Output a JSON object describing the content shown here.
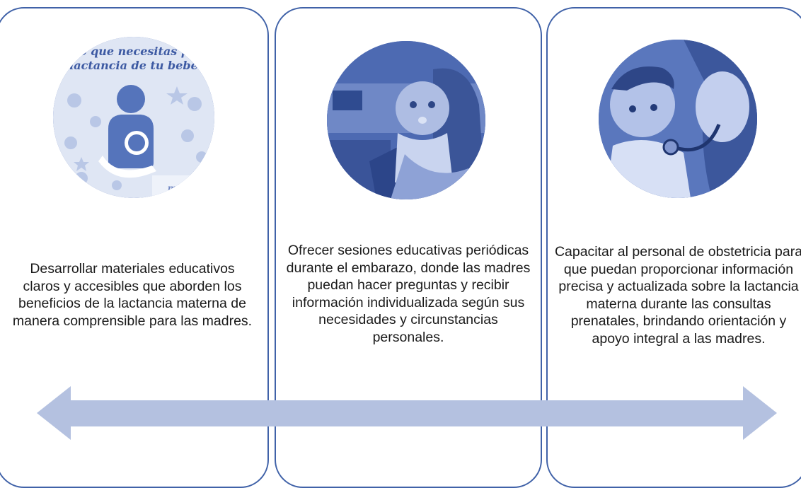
{
  "cards": [
    {
      "image": "breastfeeding-poster",
      "poster_lines": [
        "Lo que necesitas pa",
        "lactancia de tu bebé"
      ],
      "poster_watermark": "mis be",
      "text": "Desarrollar materiales educativos claros y accesibles que aborden los beneficios de la lactancia materna de manera comprensible para las madres."
    },
    {
      "image": "mother-holding-baby-photo",
      "text": "Ofrecer sesiones educativas periódicas durante el embarazo, donde las madres puedan hacer preguntas y recibir información individualizada según sus necesidades y circunstancias personales."
    },
    {
      "image": "doctor-examining-baby-photo",
      "text": "Capacitar al personal de obstetricia para que puedan proporcionar información precisa y actualizada sobre la lactancia materna durante las consultas prenatales, brindando orientación y apoyo integral a las madres."
    }
  ],
  "colors": {
    "border": "#4062a8",
    "photo_tint": "#4a67b0",
    "arrow": "#b4c1e0"
  }
}
